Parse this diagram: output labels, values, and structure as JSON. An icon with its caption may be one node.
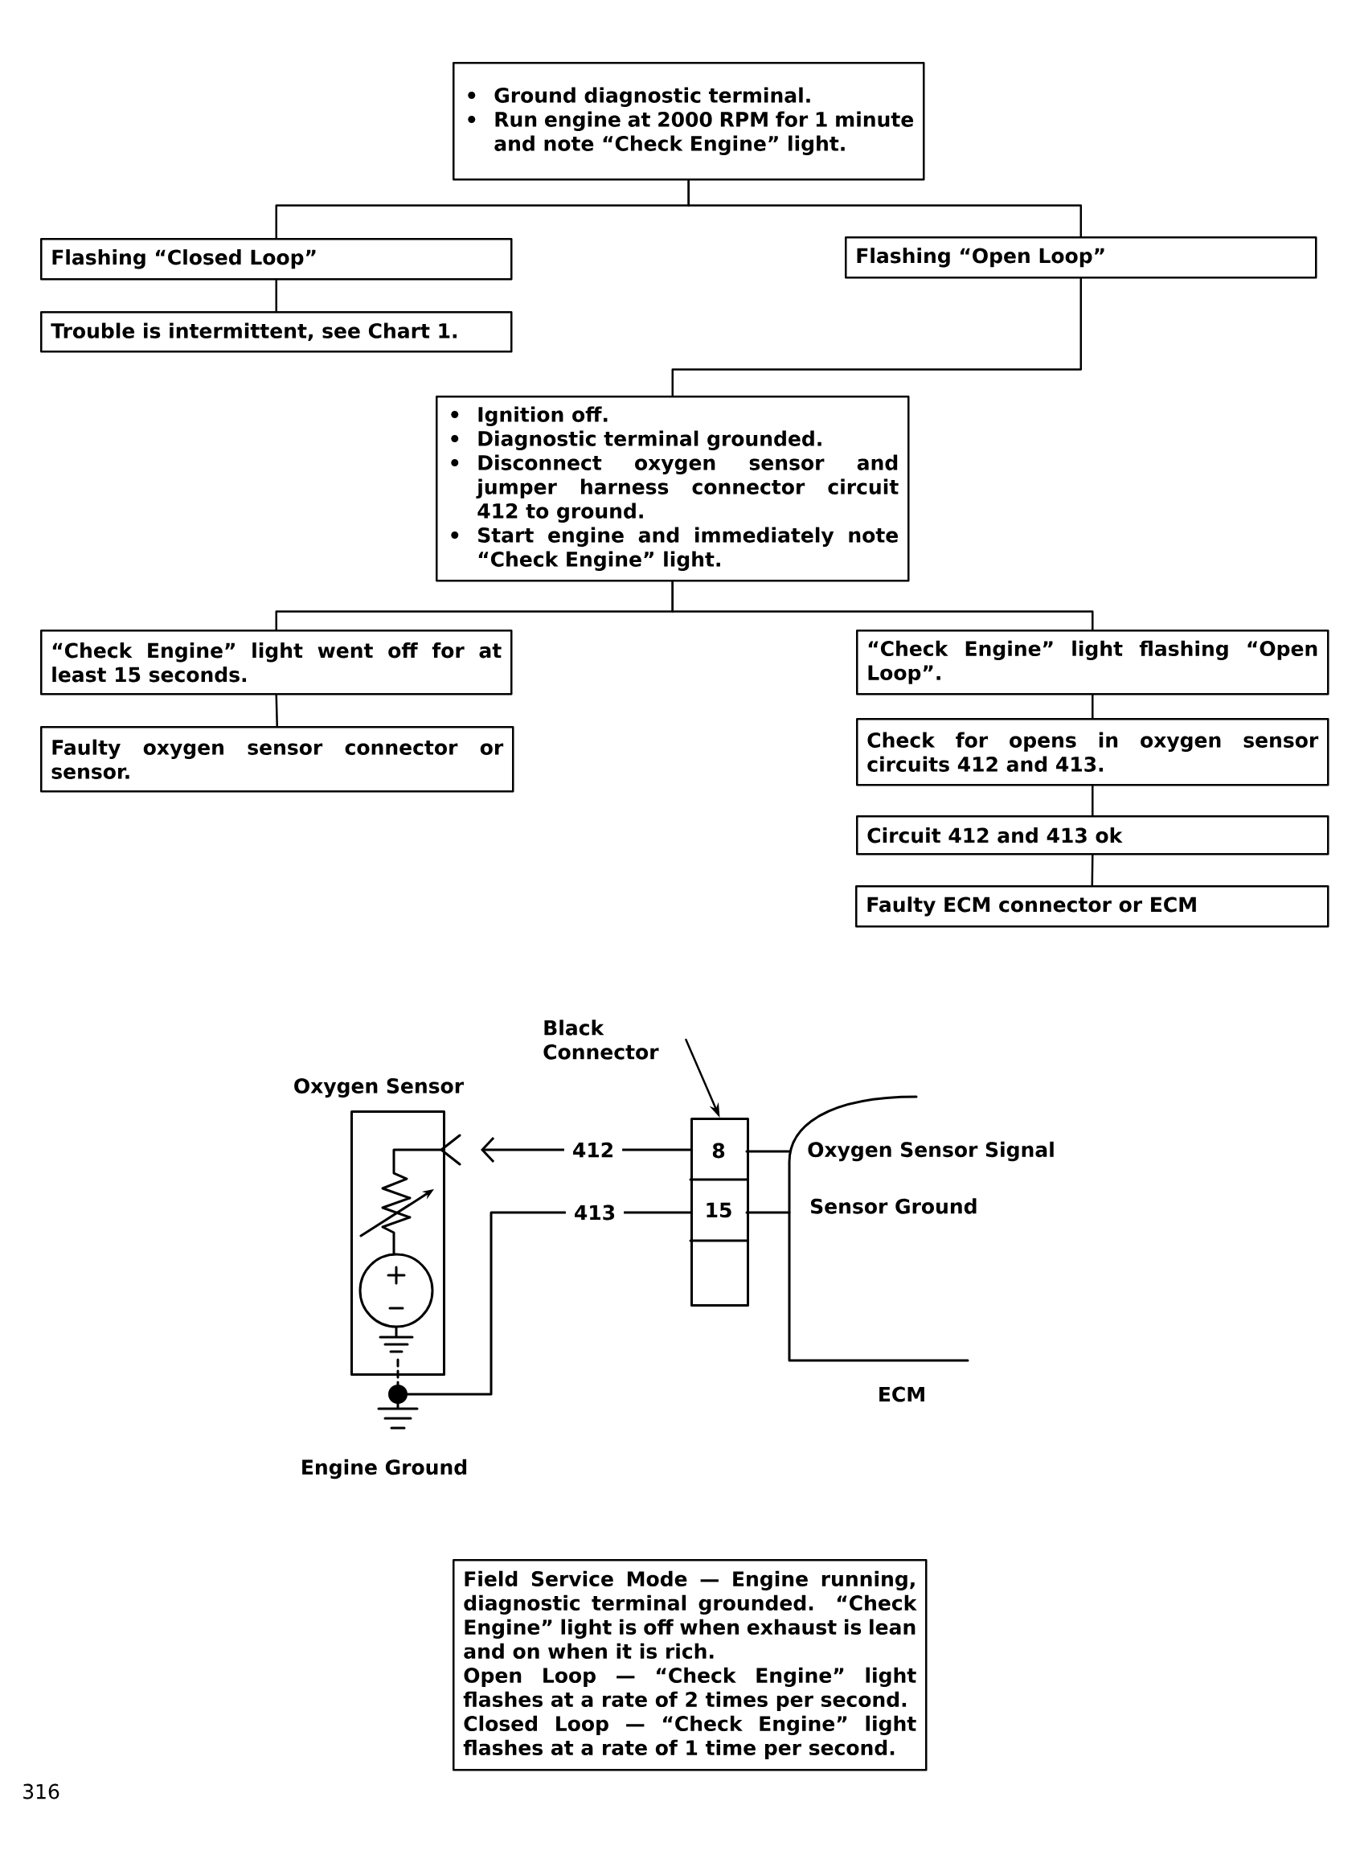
{
  "diagram": {
    "nodes": [
      {
        "text": [
          "Ground diagnostic terminal.",
          "Run engine at 2000 RPM for 1 minute and note “Check Engine” light."
        ]
      },
      {
        "text": [
          "Flashing “Closed Loop”"
        ]
      },
      {
        "text": [
          "Trouble is intermittent, see Chart 1."
        ]
      },
      {
        "text": [
          "Flashing “Open Loop”"
        ]
      },
      {
        "text": [
          "Ignition off.",
          "Diagnostic terminal grounded.",
          "Disconnect oxygen sensor and jumper harness connector circuit 412 to ground.",
          "Start engine and immediately note “Check Engine” light."
        ]
      },
      {
        "text": [
          "“Check Engine” light went off for at least 15 seconds."
        ]
      },
      {
        "text": [
          "Faulty oxygen sensor connector or sensor."
        ]
      },
      {
        "text": [
          "“Check Engine” light flashing “Open Loop”."
        ]
      },
      {
        "text": [
          "Check for opens in oxygen sensor circuits 412 and 413."
        ]
      },
      {
        "text": [
          "Circuit 412 and 413 ok"
        ]
      },
      {
        "text": [
          "Faulty ECM connector or ECM"
        ]
      },
      {
        "text": [
          "Field Service Mode — Engine running, diagnostic terminal grounded. “Check Engine” light is off when exhaust is lean and on when it is rich.",
          "Open Loop — “Check Engine” light flashes at a rate of 2 times per second.",
          "Closed Loop — “Check Engine” light flashes at a rate of 1 time per second."
        ]
      },
      {
        "text": [
          "Black Connector"
        ]
      },
      {
        "text": [
          "8",
          "15"
        ]
      },
      {
        "text": [
          "Oxygen Sensor"
        ]
      },
      {
        "text": [],
        "shape": "circle",
        "beside": [
          "Engine Ground"
        ]
      }
    ],
    "edges": [
      {
        "from": 0,
        "to": 1,
        "arrow": "none"
      },
      {
        "from": 0,
        "to": 3,
        "arrow": "none"
      },
      {
        "from": 1,
        "to": 2,
        "arrow": "none"
      },
      {
        "from": 3,
        "to": 4,
        "arrow": "none"
      },
      {
        "from": 4,
        "to": 5,
        "arrow": "none"
      },
      {
        "from": 4,
        "to": 7,
        "arrow": "none"
      },
      {
        "from": 5,
        "to": 6,
        "arrow": "none"
      },
      {
        "from": 7,
        "to": 8,
        "arrow": "none"
      },
      {
        "from": 8,
        "to": 9,
        "arrow": "none"
      },
      {
        "from": 9,
        "to": 10,
        "arrow": "none"
      },
      {
        "from": 12,
        "to": 13,
        "arrow": "to"
      },
      {
        "from": 13,
        "to": 14,
        "arrow": "to",
        "label": "412"
      },
      {
        "from": 13,
        "to": 15,
        "arrow": "none",
        "label": "413"
      },
      {
        "from": 14,
        "to": 15,
        "arrow": "none",
        "style": "dashed"
      }
    ],
    "labels": [
      "Oxygen Sensor Signal",
      "Sensor Ground",
      "ECM",
      "316"
    ]
  }
}
